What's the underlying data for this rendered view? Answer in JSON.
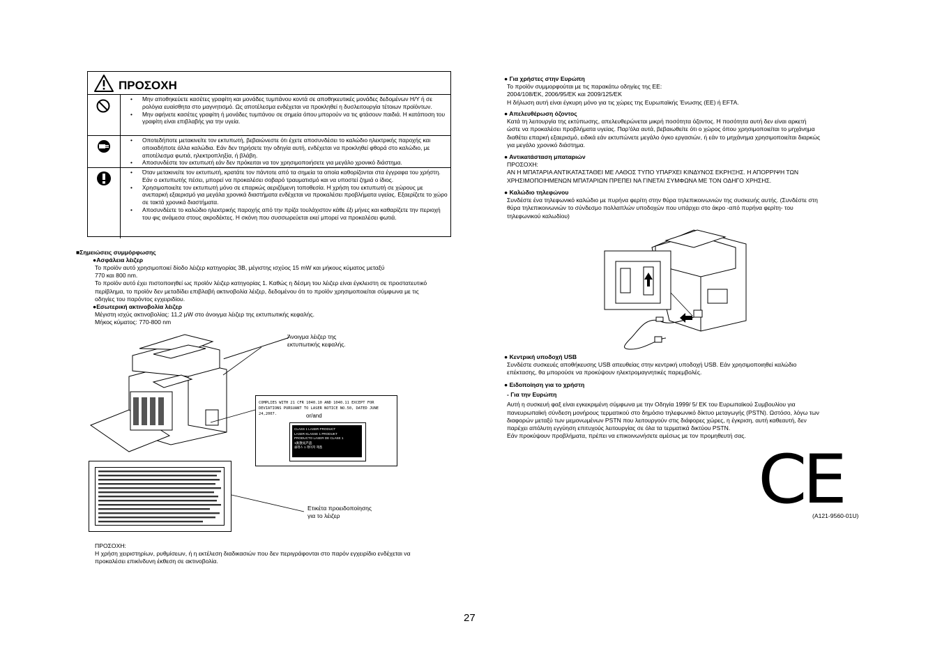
{
  "caution": {
    "title": "ΠΡΟΣΟΧΗ",
    "rows": [
      {
        "icon": "prohibition-icon",
        "items": [
          "Μην αποθηκεύετε κασέτες γραφίτη και μονάδες τυμπάνου κοντά σε αποθηκευτικές μονάδες δεδομένων Η/Υ ή σε ρολόγια ευαίσθητα στο μαγνητισμό. Ως αποτέλεσμα ενδέχεται να προκληθεί η δυσλειτουργία τέτοιων προϊόντων.",
          "Μην αφήνετε κασέτες γραφίτη ή μονάδες τυμπάνου σε σημεία όπου μπορούν να τις φτάσουν παιδιά. Η κατάποση του γραφίτη είναι επιβλαβής για την υγεία."
        ]
      },
      {
        "icon": "unplug-icon",
        "items": [
          "Οποτεδήποτε μετακινείτε τον εκτυπωτή, βεβαιώνεστε ότι έχετε αποσυνδέσει το καλώδιο ηλεκτρικής παροχής και οποιαδήποτε άλλα καλώδια. Εάν δεν τηρήσετε την οδηγία αυτή, ενδέχεται να προκληθεί φθορά στο καλώδιο, με αποτέλεσμα φωτιά, ηλεκτροπληξία, ή βλάβη.",
          "Αποσυνδέστε τον εκτυπωτή εάν δεν πρόκειται να τον χρησιμοποιήσετε για μεγάλο χρονικό διάστημα."
        ]
      },
      {
        "icon": "exclamation-icon",
        "items": [
          "Όταν μετακινείτε τον εκτυπωτή, κρατάτε τον πάντοτε από τα σημεία τα οποία καθορίζονται στα έγγραφα του χρήστη. Εάν ο εκτυπωτής πέσει, μπορεί να προκαλέσει σοβαρό τραυματισμό και να υποστεί ζημιά ο ίδιος.",
          "Χρησιμοποιείτε τον εκτυπωτή μόνο σε επαρκώς αεριζόμενη τοποθεσία. Η χρήση του εκτυπωτή σε χώρους με ανεπαρκή εξαερισμό για μεγάλα χρονικά διαστήματα ενδέχεται να προκαλέσει προβλήματα υγείας. Εξαερίζετε το χώρο σε τακτά χρονικά διαστήματα.",
          "Αποσυνδέετε το καλώδιο ηλεκτρικής παροχής από την πρίζα τουλάχιστον κάθε έξι μήνες και καθαρίζετε την περιοχή του φις ανάμεσα στους ακροδέκτες. Η σκόνη που συσσωρεύεται εκεί μπορεί να προκαλέσει φωτιά."
        ]
      }
    ]
  },
  "compliance": {
    "heading": "■Σημειώσεις συμμόρφωσης",
    "laser_heading": "●Ασφάλεια λέιζερ",
    "laser_lines": [
      "Το προϊόν αυτό χρησιμοποιεί δίοδο λέιζερ κατηγορίας 3B, μέγιστης ισχύος 15 mW και μήκους κύματος μεταξύ",
      "770 και 800 nm.",
      "Το προϊόν αυτό έχει πιστοποιηθεί ως προϊόν λέιζερ κατηγορίας 1. Καθώς η δέσμη του λέιζερ είναι έγκλειστη σε προστατευτικό",
      "περίβλημα, το προϊόν δεν μεταδίδει επιβλαβή ακτινοβολία λέιζερ, δεδομένου ότι το προϊόν χρησιμοποιείται σύμφωνα με τις",
      "οδηγίες του παρόντος εγχειριδίου."
    ],
    "internal_heading": "●Εσωτερική ακτινοβολία λέιζερ",
    "internal_lines": [
      "Μέγιστη ισχύς ακτινοβολίας: 11,2 μW στο άνοιγμα λέιζερ της εκτυπωτικής κεφαλής.",
      "Μήκος κύματος: 770-800 nm"
    ]
  },
  "figure": {
    "aperture_label_1": "Άνοιγμα λέιζερ της",
    "aperture_label_2": "εκτυπωτικής κεφαλής.",
    "label_caption_1": "Ετικέτα προειδοποίησης",
    "label_caption_2": "για το λέιζερ",
    "complies_1": "COMPLIES WITH 21 CFR 1040.10 AND 1040.11 EXCEPT FOR",
    "complies_2": "DEVIATIONS PURSUANT TO LASER NOTICE NO.50, DATED JUNE 24,2007.",
    "or_and": "or/and",
    "class1_1": "CLASS 1 LASER PRODUCT",
    "class1_2": "LASER KLASSE 1 PRODUKT",
    "class1_3": "PRODUCTO LASER DE CLASE 1",
    "class1_4": "1类激光产品",
    "class1_5": "클래스 1 레이저 제품"
  },
  "bottom_caution": {
    "title": "ΠΡΟΣΟΧΗ:",
    "line1": "Η χρήση χειριστηρίων, ρυθμίσεων, ή η εκτέλεση διαδικασιών που δεν περιγράφονται στο παρόν εγχειρίδιο ενδέχεται να",
    "line2": "προκαλέσει επικίνδυνη έκθεση σε ακτινοβολία."
  },
  "right": {
    "europe_users": {
      "heading": "● Για χρήστες στην Ευρώπη",
      "lines": [
        "Το προϊόν συμμορφούται με τις παρακάτω οδηγίες της ΕΕ:",
        "2004/108/ΕΚ, 2006/95/ΕΚ και 2009/125/ΕΚ",
        "Η δήλωση αυτή είναι έγκυρη μόνο για τις χώρες της Ευρωπαϊκής Ένωσης (ΕΕ) ή EFTA."
      ]
    },
    "ozone": {
      "heading": "● Απελευθέρωση όζοντος",
      "lines": [
        "Κατά τη λειτουργία της εκτύπωσης, απελευθερώνεται μικρή ποσότητα όζοντος. Η ποσότητα αυτή δεν είναι αρκετή",
        "ώστε να προκαλέσει προβλήματα υγείας. Παρ'όλα αυτά, βεβαιωθείτε ότι ο χώρος όπου χρησιμοποιείται το μηχάνημα",
        "διαθέτει επαρκή εξαερισμό, ειδικά εάν εκτυπώνετε μεγάλο όγκο εργασιών, ή εάν το μηχάνημα χρησιμοποιείται διαρκώς",
        "για μεγάλο χρονικό διάστημα."
      ]
    },
    "battery": {
      "heading": "● Αντικατάσταση μπαταριών",
      "lines": [
        "ΠΡΟΣΟΧΗ:",
        "ΑΝ Η ΜΠΑΤΑΡΙΑ ΑΝΤΙΚΑΤΑΣΤΑΘΕΙ ΜΕ ΛΑΘΟΣ ΤΥΠΟ ΥΠΑΡΧΕΙ ΚΙΝΔΥΝΟΣ ΕΚΡΗΞΗΣ. Η ΑΠΟΡΡΙΨΗ ΤΩΝ",
        "ΧΡΗΣΙΜΟΠΟΙΗΜΕΝΩΝ ΜΠΑΤΑΡΙΩΝ ΠΡΕΠΕΙ ΝΑ ΓΙΝΕΤΑΙ ΣΥΜΦΩΝΑ ΜΕ ΤΟΝ ΟΔΗΓΟ ΧΡΗΣΗΣ."
      ]
    },
    "phone_cable": {
      "heading": "● Καλώδιο τηλεφώνου",
      "lines": [
        "Συνδέστε ένα τηλεφωνικό καλώδιο με πυρήνα φερίτη στην θύρα τηλεπικοινωνιών της συσκευής αυτής. (Συνδέστε στη",
        "θύρα τηλεπικοινωνιών το σύνδεσμο πολλαπλών υποδοχών που υπάρχει στο άκρο -από πυρήνα φερίτη- του",
        "τηλεφωνικού καλωδίου)"
      ]
    },
    "usb": {
      "heading": "● Κεντρική υποδοχή USB",
      "lines": [
        "Συνδέστε συσκευές αποθήκευσης USB απευθείας στην κεντρική υποδοχή USB. Εάν χρησιμοποιηθεί καλώδιο",
        "επέκτασης, θα μπορούσε να προκύψουν ηλεκτρομαγνητικές παρεμβολές."
      ]
    },
    "user_notice": {
      "heading": "● Ειδοποίηση για το χρήστη",
      "sub": "- Για την Ευρώπη",
      "lines": [
        "Αυτή η συσκευή φαξ είναι εγκεκριμένη σύμφωνα με την Οδηγία 1999/ 5/ ΕΚ του Ευρωπαϊκού Συμβουλίου για",
        "πανευρωπαϊκή σύνδεση μονήρους τερματικού στο δημόσιο τηλεφωνικό δίκτυο μεταγωγής (PSTN). Ωστόσο, λόγω των",
        "διαφορών μεταξύ των μεμονωμένων PSTN που λειτουργούν στις διάφορες χώρες, η έγκριση, αυτή καθεαυτή, δεν",
        "παρέχει απόλυτη εγγύηση επιτυχούς λειτουργίας σε όλα τα τερματικά δικτύου PSTN.",
        "Εάν προκύψουν προβλήματα, πρέπει να επικοινωνήσετε αμέσως με τον προμηθευτή σας."
      ]
    },
    "ce_mark": "CE",
    "doc_code": "(A121-9560-01U)"
  },
  "page_number": "27"
}
